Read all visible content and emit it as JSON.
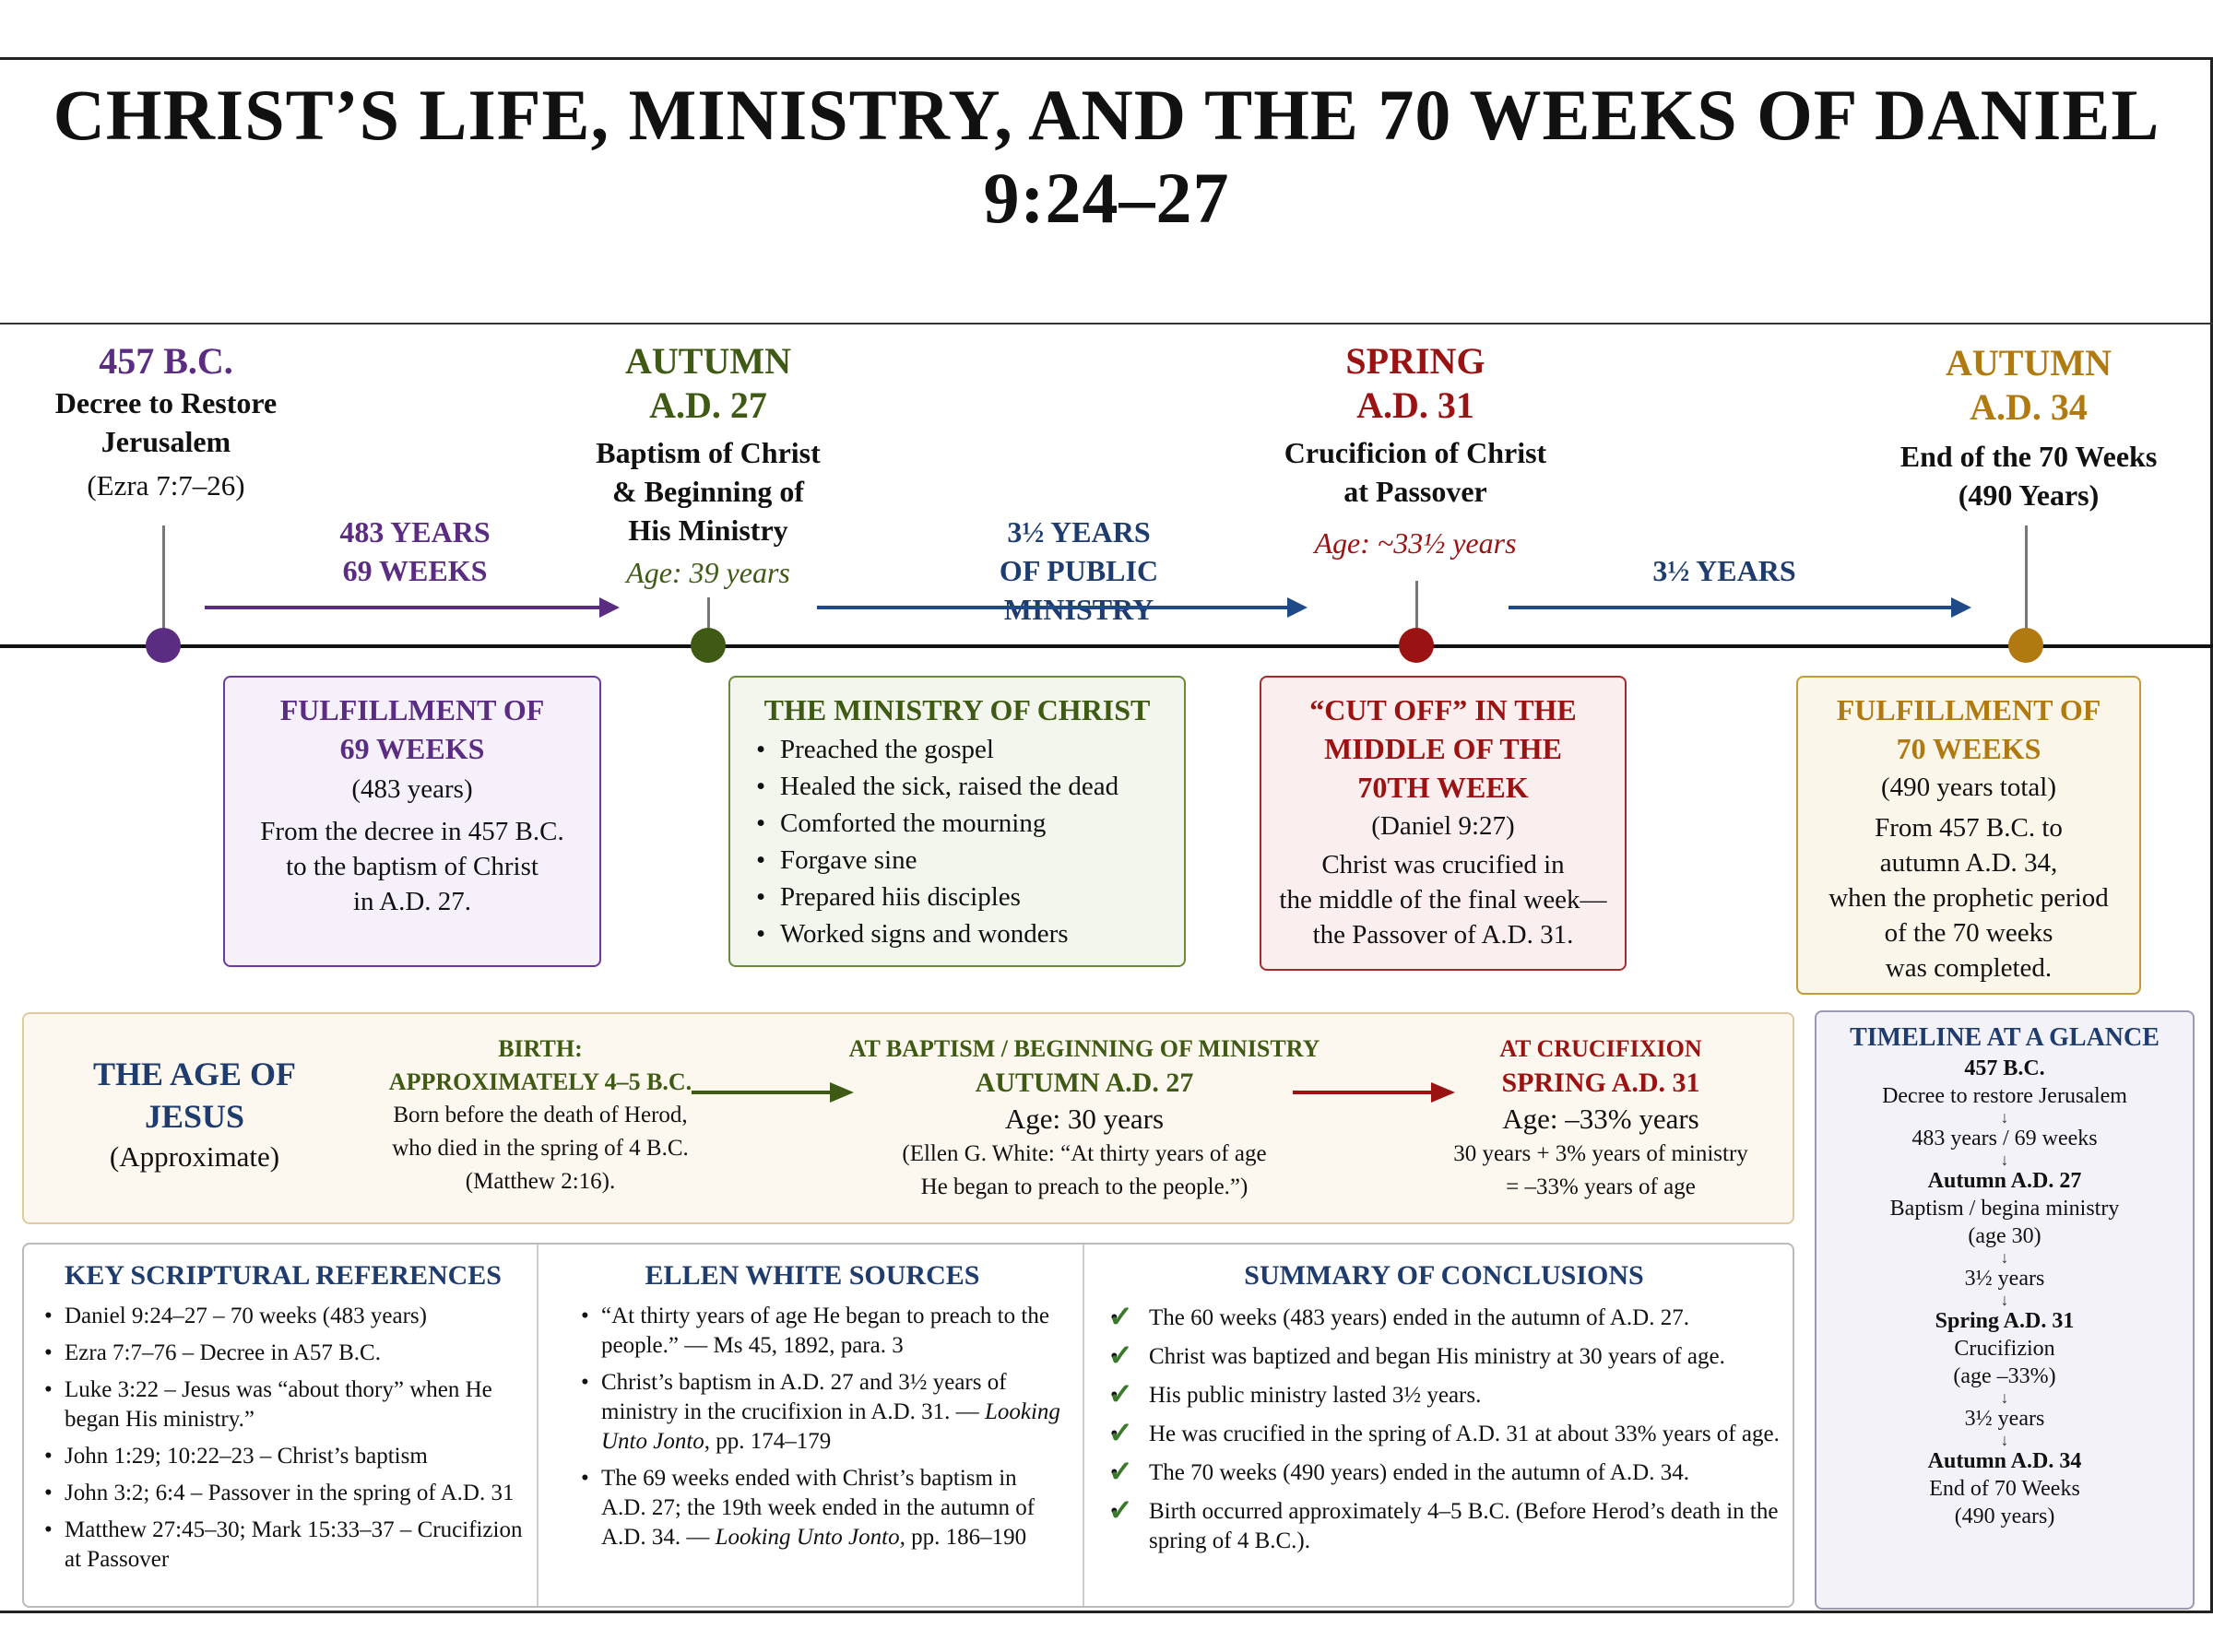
{
  "title": "CHRIST’S LIFE, MINISTRY, AND THE 70 WEEKS OF DANIEL 9:24–27",
  "colors": {
    "purple": "#5a2d82",
    "green": "#3f5a14",
    "red": "#9a1212",
    "gold": "#b07a10",
    "navy": "#1f3c6e"
  },
  "events": [
    {
      "date_line1": "457 B.C.",
      "date_line2": "",
      "description": [
        "Decree to Restore",
        "Jerusalem"
      ],
      "sub": "(Ezra 7:7–26)",
      "age": ""
    },
    {
      "date_line1": "AUTUMN",
      "date_line2": "A.D. 27",
      "description": [
        "Baptism of Christ",
        "& Beginning of",
        "His Ministry"
      ],
      "sub": "",
      "age": "Age: 39 years"
    },
    {
      "date_line1": "SPRING",
      "date_line2": "A.D. 31",
      "description": [
        "Crucificion of Christ",
        "at Passover"
      ],
      "sub": "",
      "age": "Age: ~33½ years"
    },
    {
      "date_line1": "AUTUMN",
      "date_line2": "A.D. 34",
      "description": [
        "End of the 70 Weeks"
      ],
      "sub": "(490 Years)",
      "age": ""
    }
  ],
  "spans": [
    {
      "line1": "483 YEARS",
      "line2": "69 WEEKS"
    },
    {
      "line1": "3½ YEARS",
      "line2": "OF PUBLIC MINISTRY"
    },
    {
      "line1": "3½ YEARS",
      "line2": ""
    }
  ],
  "cards": {
    "fulfillment69": {
      "title": [
        "FULFILLMENT OF",
        "69 WEEKS"
      ],
      "sub": "(483 years)",
      "text": [
        "From the decree in 457 B.C.",
        "to the baptism of Christ",
        "in A.D. 27."
      ]
    },
    "ministry": {
      "title": "THE MINISTRY OF CHRIST",
      "items": [
        "Preached the gospel",
        "Healed the sick, raised the dead",
        "Comforted the mourning",
        "Forgave sine",
        "Prepared hiis disciples",
        "Worked signs and wonders"
      ]
    },
    "cutoff": {
      "title": [
        "“CUT OFF” IN THE",
        "MIDDLE OF THE",
        "70TH WEEK"
      ],
      "sub": "(Daniel 9:27)",
      "text": [
        "Christ was crucified in",
        "the middle of the final week—",
        "the Passover of A.D. 31."
      ]
    },
    "fulfillment70": {
      "title": [
        "FULFILLMENT OF",
        "70 WEEKS"
      ],
      "sub": "(490 years total)",
      "text": [
        "From 457 B.C. to",
        "autumn A.D. 34,",
        "when the prophetic period",
        "of the 70 weeks",
        "was completed."
      ]
    }
  },
  "age_of_jesus": {
    "title": "THE AGE OF JESUS",
    "subtitle": "(Approximate)",
    "birth": {
      "label": "BIRTH:",
      "date": "APPROXIMATELY 4–5 B.C.",
      "text": [
        "Born before the death of Herod,",
        "who died in the spring of 4 B.C.",
        "(Matthew 2:16)."
      ]
    },
    "baptism": {
      "label": "AT BAPTISM / BEGINNING OF MINISTRY",
      "date": "AUTUMN A.D. 27",
      "age": "Age: 30 years",
      "text": [
        "(Ellen G. White: “At thirty years of age",
        "He began to preach to the people.”)"
      ]
    },
    "crucifixion": {
      "label": "AT CRUCIFIXION",
      "date": "SPRING A.D. 31",
      "age": "Age: –33% years",
      "text": [
        "30 years + 3% years of ministry",
        "= –33% years of age"
      ]
    }
  },
  "key_references": {
    "title": "KEY SCRIPTURAL REFERENCES",
    "items": [
      "Daniel 9:24–27 – 70 weeks (483 years)",
      "Ezra 7:7–76 – Decree in A57 B.C.",
      "Luke 3:22 – Jesus was “about thory” when He began His ministry.”",
      "John 1:29; 10:22–23 – Christ’s baptism",
      "John 3:2; 6:4 – Passover in the spring of A.D. 31",
      "Matthew 27:45–30; Mark 15:33–37 – Crucifizion at Passover"
    ]
  },
  "ellen_white": {
    "title": "ELLEN WHITE SOURCES",
    "items": [
      {
        "text": "“At thirty years of age He began to preach to the people.” — Ms 45, 1892, para. 3",
        "source": ""
      },
      {
        "text": "Christ’s baptism in A.D. 27 and 3½ years of ministry in the crucifixion in A.D. 31. —",
        "source": "Looking Unto Jonto",
        "tail": ", pp. 174–179"
      },
      {
        "text": "The 69 weeks ended with Christ’s baptism in A.D. 27; the 19th week ended in the autumn of A.D. 34. —",
        "source": "Looking Unto Jonto,",
        "tail": " pp. 186–190"
      }
    ]
  },
  "summary": {
    "title": "SUMMARY OF CONCLUSIONS",
    "items": [
      "The 60 weeks (483 years) ended in the autumn of A.D. 27.",
      "Christ was baptized and began His ministry at 30 years of age.",
      "His public ministry lasted 3½ years.",
      "He was crucified in the spring of A.D. 31 at about 33% years of age.",
      "The 70 weeks (490 years) ended in the autumn of A.D. 34.",
      "Birth occurred approximately 4–5 B.C. (Before Herod’s death in the spring of 4 B.C.)."
    ]
  },
  "glance": {
    "title": "TIMELINE AT A GLANCE",
    "e1_date": "457 B.C.",
    "e1_text": "Decree to restore Jerusalem",
    "s1": "483 years / 69 weeks",
    "e2_date": "Autumn A.D. 27",
    "e2_text": "Baptism / begina ministry",
    "e2_sub": "(age 30)",
    "s2": "3½ years",
    "e3_date": "Spring A.D. 31",
    "e3_text": "Crucifizion",
    "e3_sub": "(age –33%)",
    "s3": "3½ years",
    "e4_date": "Autumn A.D. 34",
    "e4_text": "End of 70 Weeks",
    "e4_sub": "(490 years)"
  }
}
